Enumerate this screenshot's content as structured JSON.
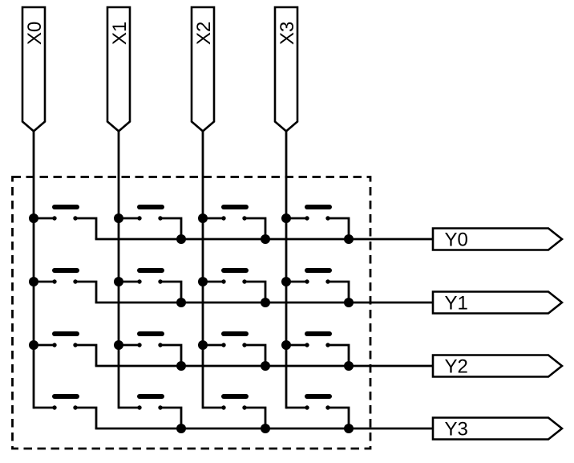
{
  "diagram": {
    "kind": "keypad-switch-matrix-schematic",
    "colors": {
      "background": "#ffffff",
      "line": "#000000"
    },
    "x_pins": [
      {
        "label": "X0"
      },
      {
        "label": "X1"
      },
      {
        "label": "X2"
      },
      {
        "label": "X3"
      }
    ],
    "y_pins": [
      {
        "label": "Y0"
      },
      {
        "label": "Y1"
      },
      {
        "label": "Y2"
      },
      {
        "label": "Y3"
      }
    ],
    "matrix": {
      "rows": 4,
      "columns": 4,
      "switch_count": 16
    }
  }
}
